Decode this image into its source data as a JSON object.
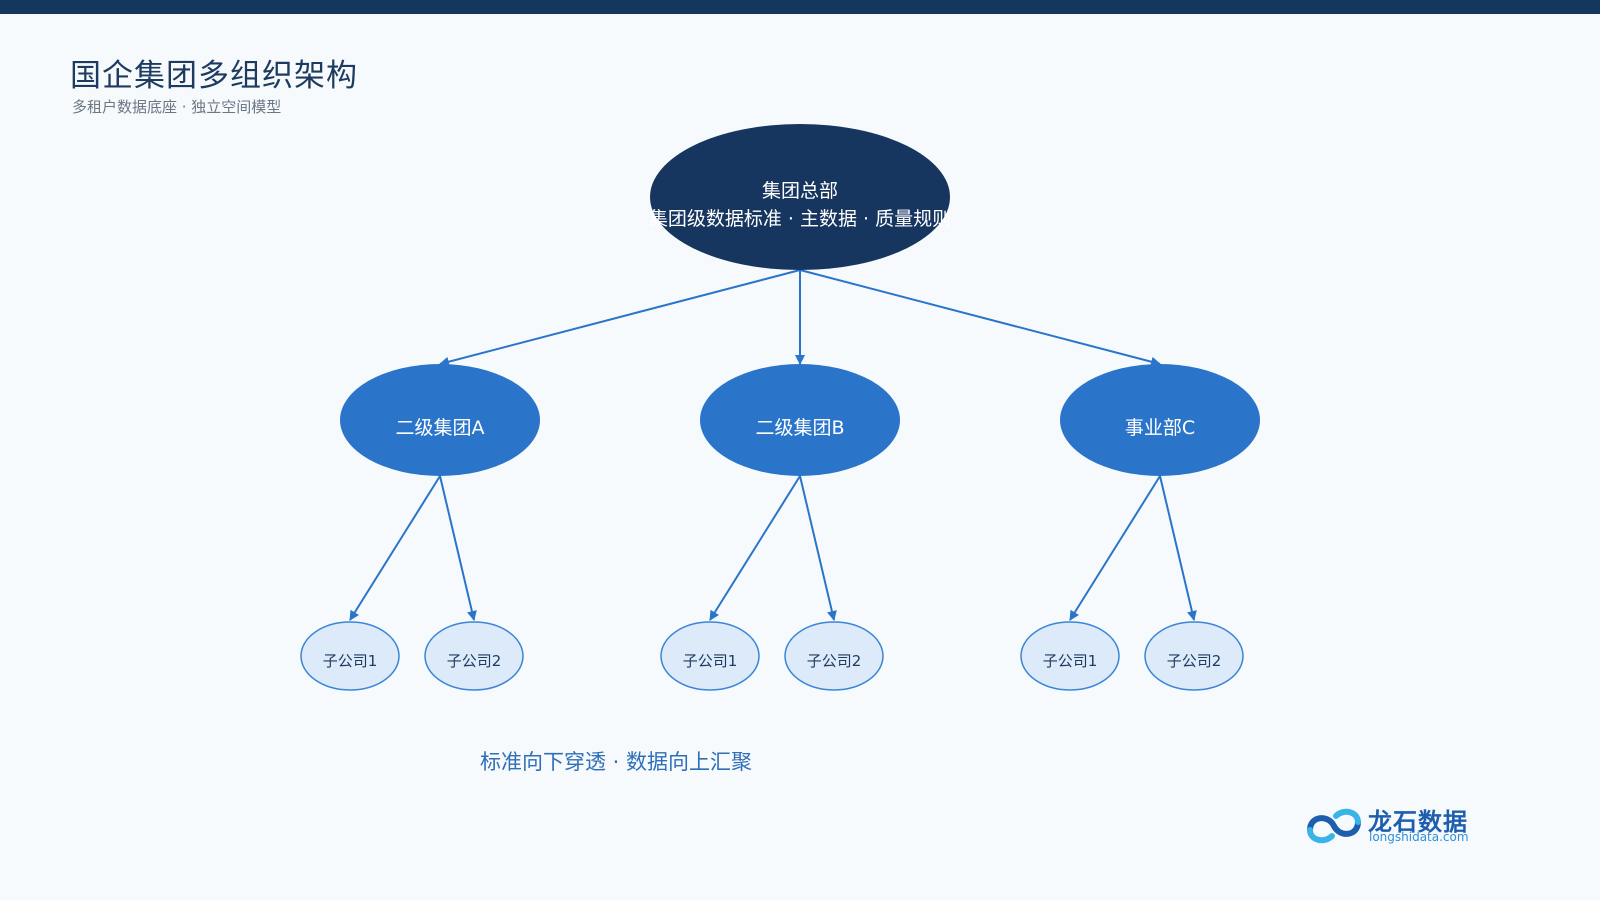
{
  "header": {
    "title": "国企集团多组织架构",
    "subtitle": "多租户数据底座 · 独立空间模型"
  },
  "colors": {
    "top_bar": "#15365f",
    "root_fill": "#163660",
    "level2_fill": "#2a75c9",
    "leaf_fill": "#ddeaf9",
    "leaf_stroke": "#3a86d6",
    "arrow": "#2a75c9"
  },
  "diagram": {
    "root": {
      "label": "集团总部",
      "description": "集团级数据标准 · 主数据 · 质量规则"
    },
    "groups": [
      {
        "label": "二级集团A",
        "children": [
          "子公司1",
          "子公司2"
        ]
      },
      {
        "label": "二级集团B",
        "children": [
          "子公司1",
          "子公司2"
        ]
      },
      {
        "label": "事业部C",
        "children": [
          "子公司1",
          "子公司2"
        ]
      }
    ]
  },
  "footer": {
    "note": "标准向下穿透 · 数据向上汇聚"
  },
  "logo": {
    "name": "龙石数据",
    "url": "longshidata.com"
  }
}
